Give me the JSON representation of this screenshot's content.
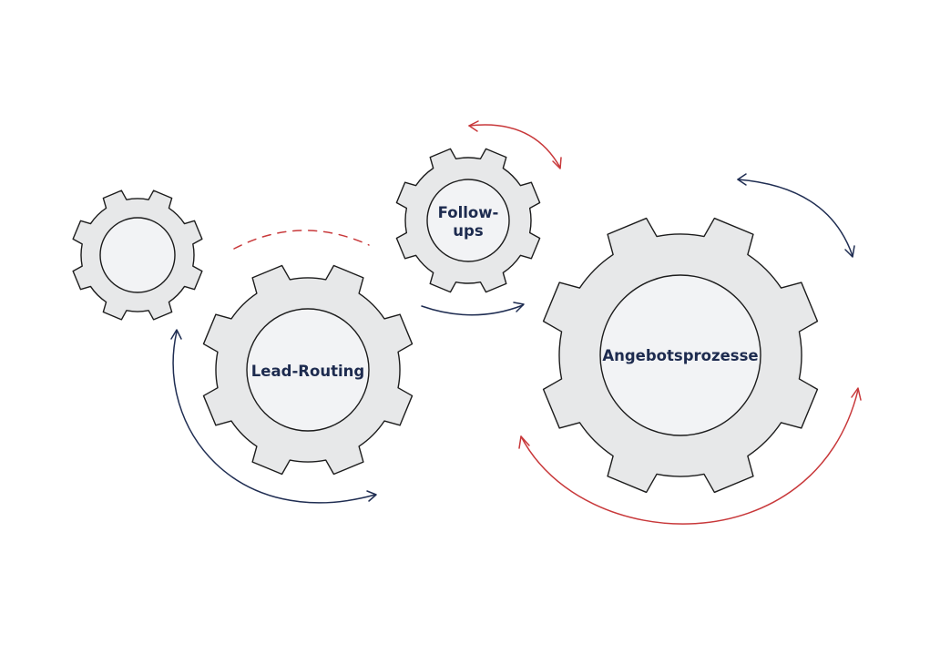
{
  "diagram": {
    "gears": [
      {
        "id": "small-gear",
        "label_lines": []
      },
      {
        "id": "lead-routing",
        "label_lines": [
          "Lead-Routing"
        ]
      },
      {
        "id": "follow-ups",
        "label_lines": [
          "Follow-",
          "ups"
        ]
      },
      {
        "id": "angebotsprozesse",
        "label_lines": [
          "Angebotsprozesse"
        ]
      }
    ],
    "colors": {
      "gear_fill": "#e7e8e9",
      "hub_fill": "#f2f3f5",
      "outline": "#1c1c1c",
      "label": "#1d2b4f",
      "arrow_navy": "#1f2d52",
      "arrow_red": "#c8383a"
    }
  }
}
